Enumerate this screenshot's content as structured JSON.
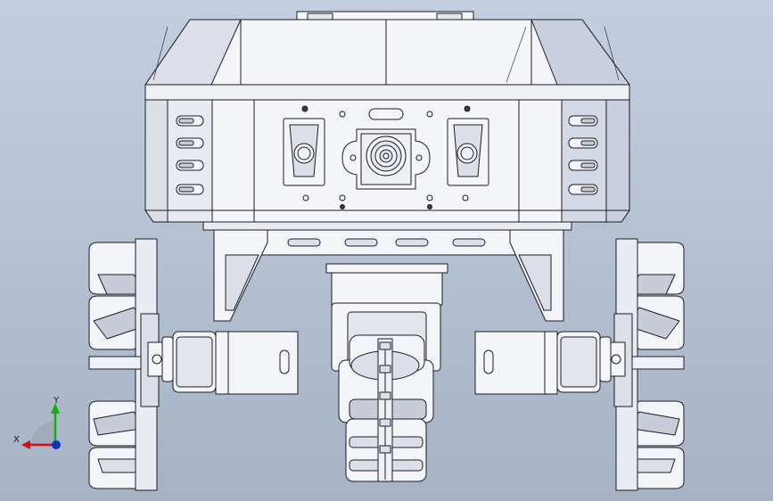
{
  "viewport": {
    "background_top": "#c3cfe0",
    "background_bottom": "#a6b3c4",
    "model_name": "",
    "view_orientation": "front"
  },
  "triad": {
    "x_label": "X",
    "y_label": "Y",
    "x_color": "#d01010",
    "y_color": "#10b010",
    "z_color": "#1030c0"
  },
  "colors": {
    "part_face": "#f4f5f8",
    "part_shade": "#dcdfe7",
    "part_shadow": "#c7ccd8",
    "part_dark": "#8f96a6",
    "edge": "#1c1c24"
  },
  "icons": {
    "triad": "axis-triad-icon"
  }
}
